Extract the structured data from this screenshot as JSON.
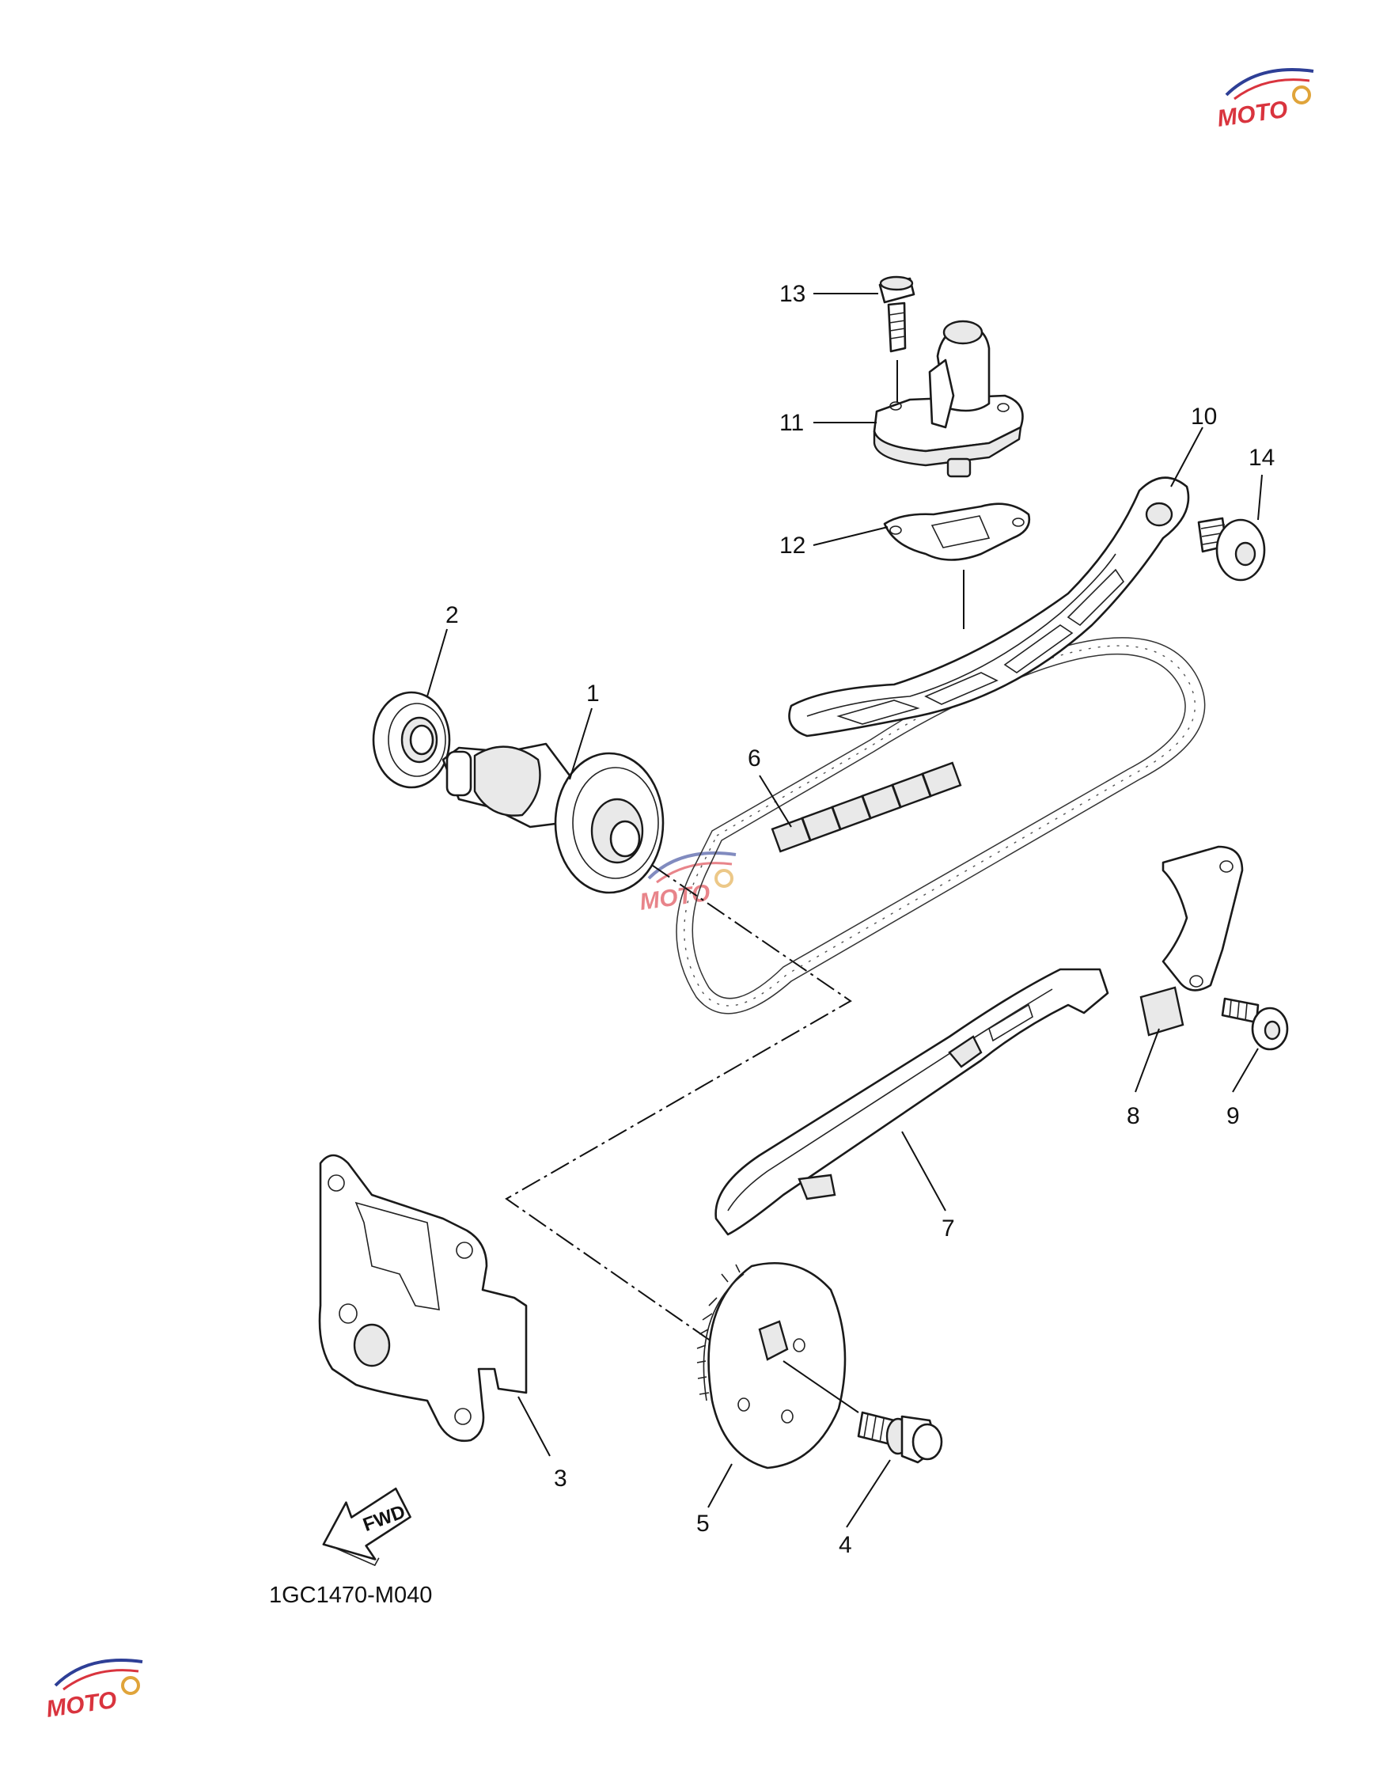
{
  "diagram_code": "1GC1470-M040",
  "fwd_label": "FWD",
  "watermark": {
    "text": "MOTO",
    "colors": {
      "primary": "#d9343e",
      "secondary": "#2e3f96"
    }
  },
  "callouts": [
    {
      "id": "1",
      "part": "camshaft"
    },
    {
      "id": "2",
      "part": "bearing"
    },
    {
      "id": "3",
      "part": "gasket-plate"
    },
    {
      "id": "4",
      "part": "sprocket-bolt"
    },
    {
      "id": "5",
      "part": "cam-sprocket"
    },
    {
      "id": "6",
      "part": "cam-chain"
    },
    {
      "id": "7",
      "part": "chain-guide"
    },
    {
      "id": "8",
      "part": "plate"
    },
    {
      "id": "9",
      "part": "bolt"
    },
    {
      "id": "10",
      "part": "tensioner-guide"
    },
    {
      "id": "11",
      "part": "tensioner-assembly"
    },
    {
      "id": "12",
      "part": "tensioner-gasket"
    },
    {
      "id": "13",
      "part": "bolt"
    },
    {
      "id": "14",
      "part": "pivot-bolt"
    }
  ]
}
